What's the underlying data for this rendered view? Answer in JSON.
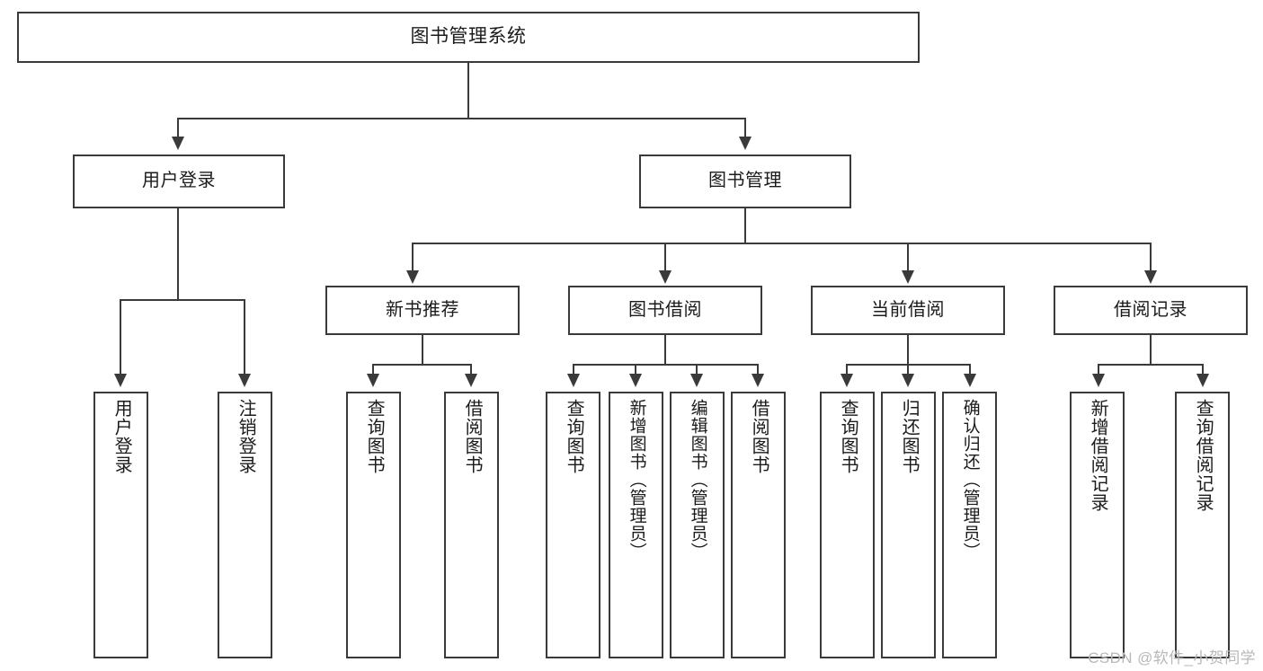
{
  "diagram": {
    "type": "tree",
    "title": "图书管理系统",
    "watermark": "CSDN @软件_小贺同学",
    "colors": {
      "stroke": "#3a3a3a",
      "fill": "#ffffff",
      "text": "#1b1b1b",
      "watermark": "#b8b8b8"
    },
    "root": {
      "label": "图书管理系统"
    },
    "level2": [
      {
        "label": "用户登录"
      },
      {
        "label": "图书管理"
      }
    ],
    "level3": [
      {
        "label": "新书推荐"
      },
      {
        "label": "图书借阅"
      },
      {
        "label": "当前借阅"
      },
      {
        "label": "借阅记录"
      }
    ],
    "leaves": {
      "user_login": [
        {
          "label": "用户登录"
        },
        {
          "label": "注销登录"
        }
      ],
      "new_book_recommend": [
        {
          "label": "查询图书"
        },
        {
          "label": "借阅图书"
        }
      ],
      "book_borrow": [
        {
          "label": "查询图书"
        },
        {
          "label": "新增图书（管理员）"
        },
        {
          "label": "编辑图书（管理员）"
        },
        {
          "label": "借阅图书"
        }
      ],
      "current_borrow": [
        {
          "label": "查询图书"
        },
        {
          "label": "归还图书"
        },
        {
          "label": "确认归还（管理员）"
        }
      ],
      "borrow_record": [
        {
          "label": "新增借阅记录"
        },
        {
          "label": "查询借阅记录"
        }
      ]
    }
  }
}
